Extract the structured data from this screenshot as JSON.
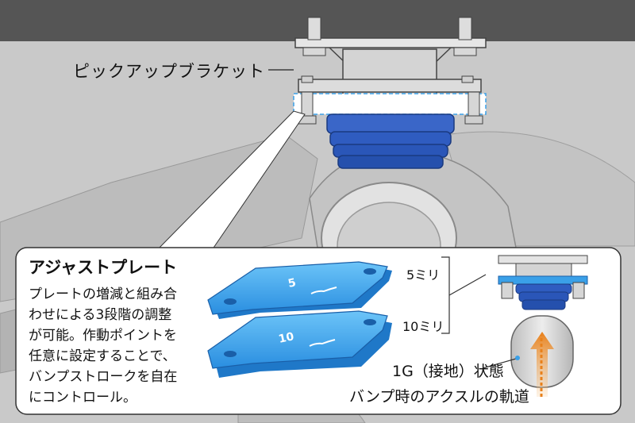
{
  "labels": {
    "pickup_bracket": "ピックアップブラケット",
    "inset_title": "アジャストプレート",
    "description_lines": [
      "プレートの増減と組み合",
      "わせによる3段階の調整",
      "が可能。作動ポイントを",
      "任意に設定することで、",
      "バンプストロークを自在",
      "にコントロール。"
    ],
    "plate_5": "5ミリ",
    "plate_10": "10ミリ",
    "state_1g": "1G（接地）状態",
    "axle_trajectory": "バンプ時のアクスルの軌道"
  },
  "plate_markings": {
    "plate_5": "5",
    "plate_10": "10"
  },
  "colors": {
    "background": "#c9c9c9",
    "chassis": "#555555",
    "bump_stop": "#2a56b8",
    "plate": "#3aa0e8",
    "arrow": "#e8801a",
    "inset_bg": "#ffffff"
  }
}
